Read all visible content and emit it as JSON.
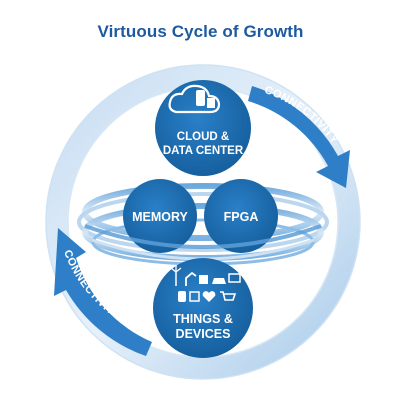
{
  "title": "Virtuous Cycle of Growth",
  "nodes": {
    "cloud": {
      "line1": "CLOUD &",
      "line2": "DATA CENTER"
    },
    "memory": {
      "label": "MEMORY"
    },
    "fpga": {
      "label": "FPGA"
    },
    "things": {
      "line1": "THINGS &",
      "line2": "DEVICES"
    }
  },
  "arrows": {
    "top_right": "CONNECTIVITY",
    "bottom_left": "CONNECTIVITY"
  },
  "icons": {
    "cloud": [
      "cloud-icon",
      "phone-icon",
      "server-icon"
    ],
    "things": [
      "wind-turbine-icon",
      "robot-arm-icon",
      "cart-icon",
      "car-icon",
      "laptop-icon",
      "watch-icon",
      "chart-icon",
      "heart-icon",
      "shopping-cart-icon"
    ]
  },
  "colors": {
    "title": "#1f5aa0",
    "node": "#1d6fb8",
    "ring_light": "#dbeaf7",
    "ring_mid": "#7ab3e0",
    "arrow": "#2e7fc7"
  }
}
